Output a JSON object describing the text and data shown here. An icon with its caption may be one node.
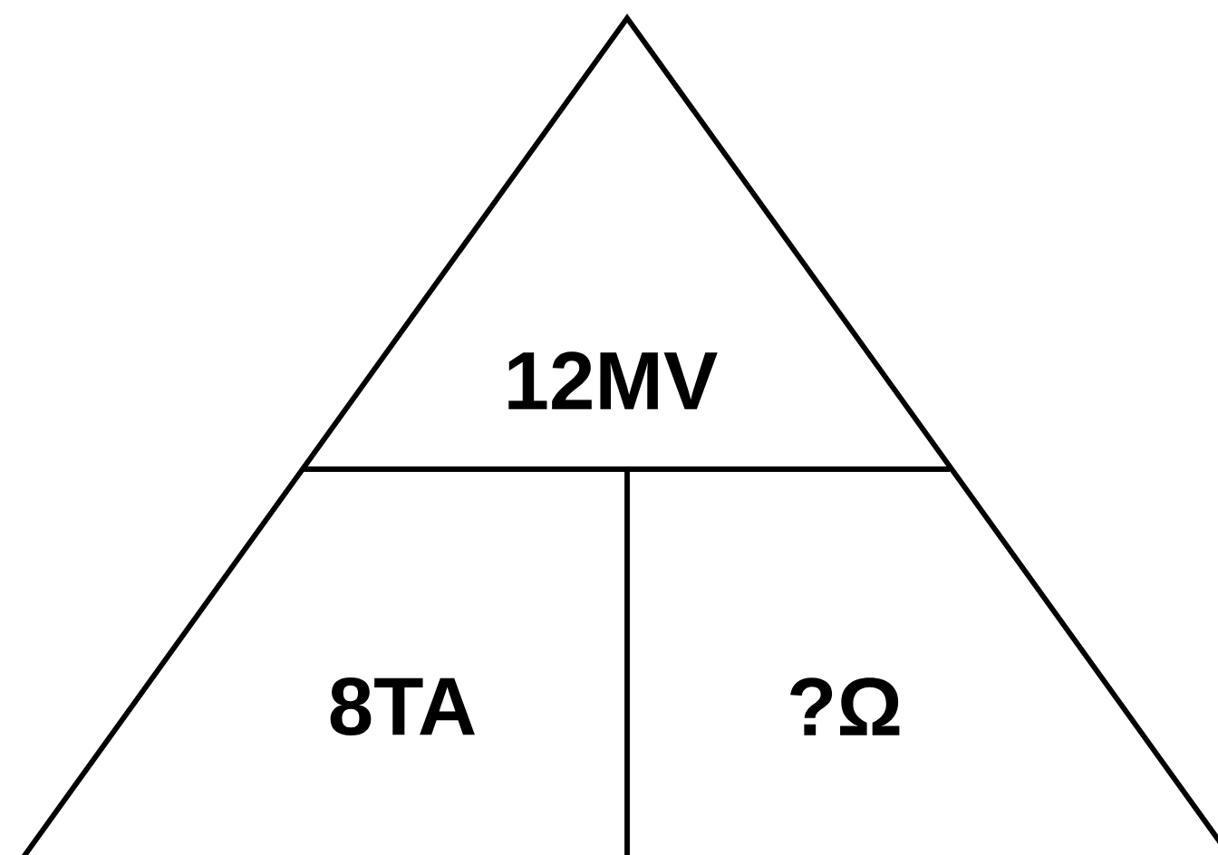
{
  "diagram": {
    "nodes": [
      {
        "text": [
          "12MV"
        ]
      },
      {
        "text": [
          "8TA"
        ]
      },
      {
        "text": [
          "?Ω"
        ]
      }
    ]
  }
}
